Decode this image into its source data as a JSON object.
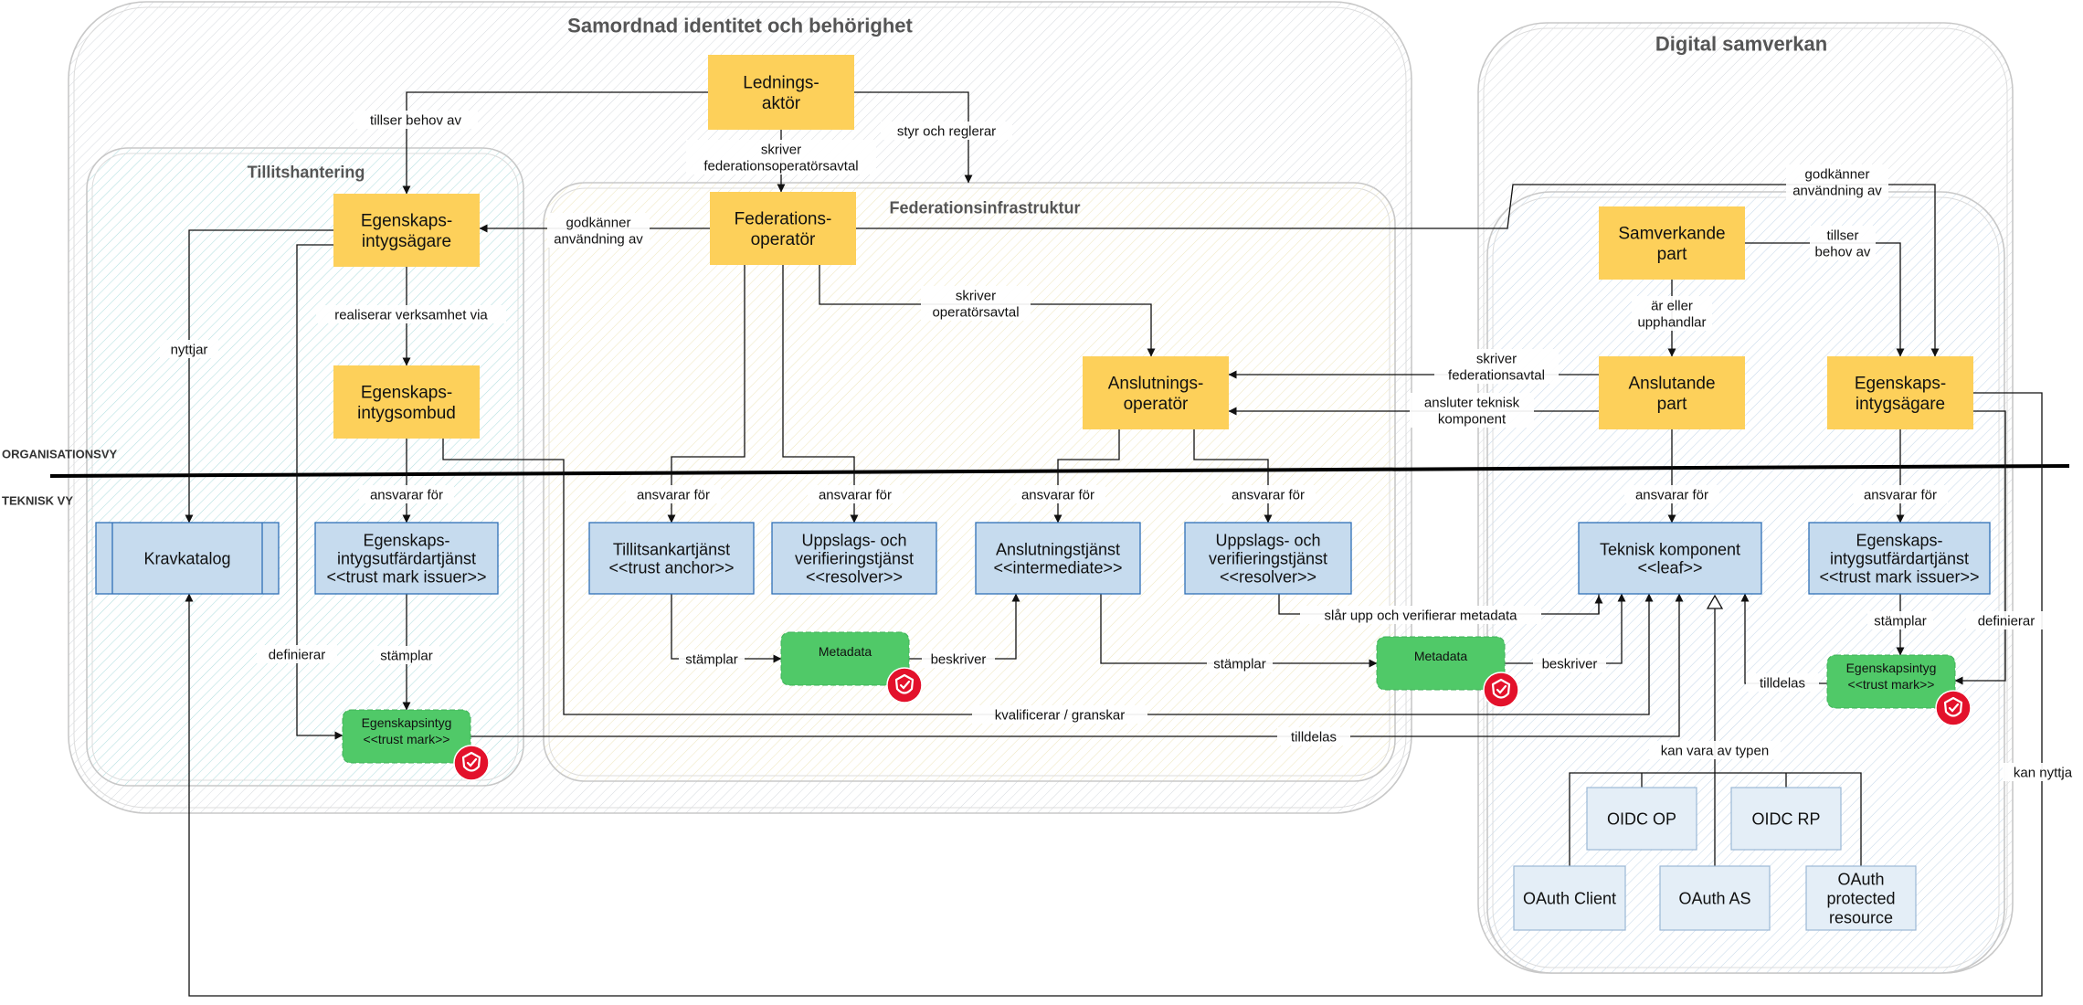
{
  "zones": {
    "samordnad": "Samordnad identitet och behörighet",
    "tillit": "Tillitshantering",
    "federation": "Federationsinfrastruktur",
    "digital": "Digital samverkan"
  },
  "views": {
    "org": "ORGANISATIONSVY",
    "tech": "TEKNISK VY"
  },
  "nodes": {
    "ledning": "Lednings-\naktör",
    "egenskapsagare1": "Egenskaps-\nintygsägare",
    "federationsoperator": "Federations-\noperatör",
    "samverkande": "Samverkande\npart",
    "ombud": "Egenskaps-\nintygsombud",
    "anslutningsoperator": "Anslutnings-\noperatör",
    "anslutande": "Anslutande\npart",
    "egenskapsagare2": "Egenskaps-\nintygsägare",
    "kravkatalog": "Kravkatalog",
    "utfardar1": "Egenskaps-\nintygsutfärdartjänst\n<<trust mark issuer>>",
    "tillitsankar": "Tillitsankartjänst\n<<trust anchor>>",
    "uppslag1": "Uppslags- och\nverifieringstjänst\n<<resolver>>",
    "anslutningstjanst": "Anslutningstjänst\n<<intermediate>>",
    "uppslag2": "Uppslags- och\nverifieringstjänst\n<<resolver>>",
    "teknisk": "Teknisk komponent\n<<leaf>>",
    "utfardar2": "Egenskaps-\nintygsutfärdartjänst\n<<trust mark issuer>>",
    "metadata1": "Metadata",
    "metadata2": "Metadata",
    "intyg1": "Egenskapsintyg\n<<trust mark>>",
    "intyg2": "Egenskapsintyg\n<<trust mark>>",
    "oidcop": "OIDC OP",
    "oidcrp": "OIDC RP",
    "oauthclient": "OAuth Client",
    "oauthas": "OAuth AS",
    "oauthres": "OAuth\nprotected\nresource"
  },
  "edge_labels": {
    "tillser1": "tillser behov av",
    "skriver_fed": "skriver\nfederationsoperatörsavtal",
    "styr": "styr och reglerar",
    "godkanner1": "godkänner\nanvändning av",
    "godkanner2": "godkänner\nanvändning av",
    "tillser2": "tillser\nbehov av",
    "realiserar": "realiserar verksamhet via",
    "nyttjar1": "nyttjar",
    "skriver_op": "skriver\noperatörsavtal",
    "ar_eller": "är eller\nupphandlar",
    "skriver_fed2": "skriver\nfederationsavtal",
    "ansluter": "ansluter teknisk\nkomponent",
    "ansvarar1": "ansvarar för",
    "ansvarar2": "ansvarar för",
    "ansvarar3": "ansvarar för",
    "ansvarar4": "ansvarar för",
    "ansvarar5": "ansvarar för",
    "ansvarar6": "ansvarar för",
    "ansvarar7": "ansvarar för",
    "slar_upp": "slår upp och verifierar metadata",
    "stamplar1": "stämplar",
    "stamplar2": "stämplar",
    "stamplar3": "stämplar",
    "stamplar4": "stämplar",
    "beskriver1": "beskriver",
    "beskriver2": "beskriver",
    "definierar1": "definierar",
    "definierar2": "definierar",
    "tilldelas1": "tilldelas",
    "tilldelas2": "tilldelas",
    "kvalificerar": "kvalificerar / granskar",
    "kan_vara": "kan vara av typen",
    "kan_nyttja": "kan nyttja"
  },
  "colors": {
    "org_node": "#fdd05a",
    "tech_node": "#c6dbee",
    "tech_border": "#2f70b6",
    "subtype_node": "#e4eef7",
    "subtype_border": "#9bb8d6",
    "artifact": "#50c968",
    "artifact_text": "#0c2b12",
    "badge": "#e3112b",
    "zone_border": "#c8c8c8",
    "hatch_grey": "#d6dadf",
    "hatch_teal": "#b3dfe0",
    "hatch_yellow": "#efe7c2",
    "hatch_blue": "#c8d9ea",
    "edge": "#111111",
    "divider": "#000000"
  }
}
